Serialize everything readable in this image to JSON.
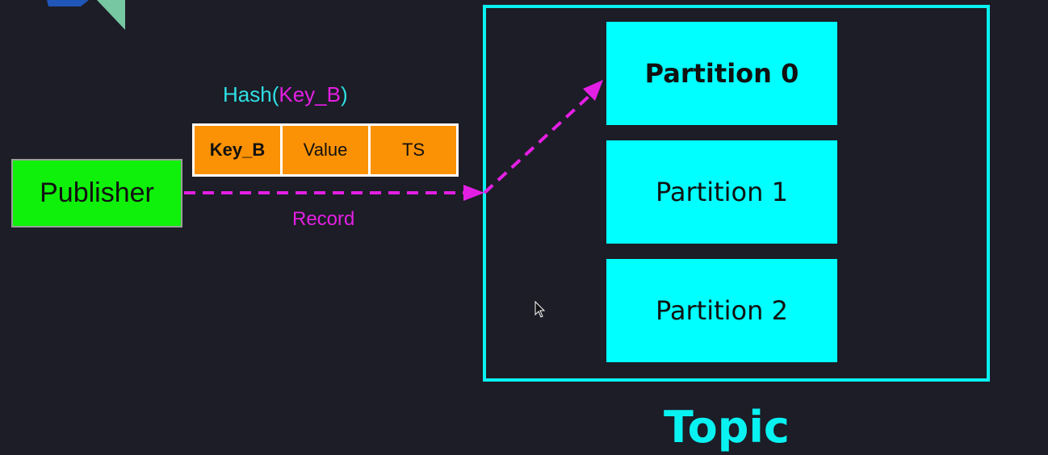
{
  "hash_label": {
    "function": "Hash(",
    "key": "Key_B",
    "close": ")"
  },
  "record_fields": {
    "key": "Key_B",
    "value": "Value",
    "timestamp": "TS"
  },
  "publisher": {
    "label": "Publisher"
  },
  "record_label": "Record",
  "partitions": [
    {
      "label": "Partition 0",
      "target": true
    },
    {
      "label": "Partition 1",
      "target": false
    },
    {
      "label": "Partition 2",
      "target": false
    }
  ],
  "topic": {
    "label": "Topic"
  },
  "colors": {
    "background": "#1c1d26",
    "publisher": "#0ff10a",
    "record_field": "#fb9104",
    "partition": "#00ffff",
    "topic_border": "#09f2f2",
    "arrow": "#e41fe4",
    "hash_text": "#2fe0e4"
  }
}
